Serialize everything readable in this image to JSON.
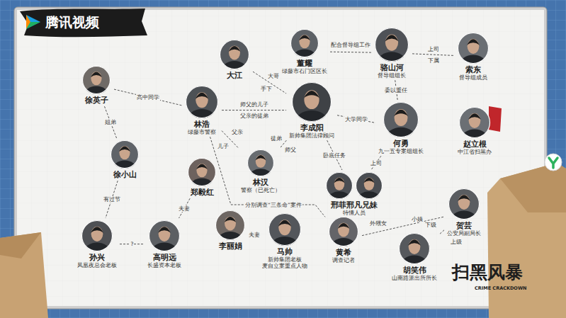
{
  "diagram": {
    "nodes": [
      {
        "text": [
          "董耀",
          "绿藤市石门区区长"
        ]
      },
      {
        "text": [
          "骆山河",
          "督导组组长"
        ]
      },
      {
        "text": [
          "索东",
          "督导组成员"
        ]
      },
      {
        "text": [
          "大江"
        ]
      },
      {
        "text": [
          "徐英子"
        ]
      },
      {
        "text": [
          "林浩",
          "绿藤市警察"
        ]
      },
      {
        "text": [
          "李成阳",
          "新帅集团法律顾问"
        ]
      },
      {
        "text": [
          "何勇",
          "九一五专案组组长"
        ]
      },
      {
        "text": [
          "赵立根",
          "中江省扫黑办"
        ]
      },
      {
        "text": [
          "徐小山"
        ]
      },
      {
        "text": [
          "林汉",
          "警察（已死亡）"
        ]
      },
      {
        "text": [
          "郑毅红"
        ]
      },
      {
        "text": [
          "邢菲邢凡兄妹",
          "特情人员"
        ]
      },
      {
        "text": [
          "贺芸",
          "公安局副局长"
        ]
      },
      {
        "text": [
          "孙兴",
          "凤凰夜总会老板"
        ]
      },
      {
        "text": [
          "高明远",
          "长盛资本老板"
        ]
      },
      {
        "text": [
          "李丽娟"
        ]
      },
      {
        "text": [
          "马帅",
          "新帅集团老板",
          "麦自立案重点人物"
        ]
      },
      {
        "text": [
          "黄希",
          "调查记者"
        ]
      },
      {
        "text": [
          "胡笑伟",
          "山南路派出所所长"
        ]
      }
    ],
    "edges": [
      {
        "from": 0,
        "to": 1,
        "arrow": "none",
        "label": "配合督导组工作"
      },
      {
        "from": 1,
        "to": 2,
        "arrow": "none",
        "label": "上司"
      },
      {
        "from": 1,
        "to": 7,
        "arrow": "none",
        "label": "委以重任"
      },
      {
        "from": 3,
        "to": 6,
        "arrow": "none",
        "label": "大哥"
      },
      {
        "from": 4,
        "to": 5,
        "arrow": "none",
        "label": "高中同学"
      },
      {
        "from": 4,
        "to": 9,
        "arrow": "none",
        "label": "姐弟"
      },
      {
        "from": 5,
        "to": 6,
        "arrow": "none",
        "label": "师父的儿子"
      },
      {
        "from": 5,
        "to": 10,
        "arrow": "none",
        "label": "父亲"
      },
      {
        "from": 6,
        "to": 10,
        "arrow": "none",
        "label": "师父"
      },
      {
        "from": 6,
        "to": 7,
        "arrow": "none",
        "label": "大学同学"
      },
      {
        "from": 6,
        "to": 12,
        "arrow": "none",
        "label": "卧底任务"
      },
      {
        "from": 7,
        "to": 12,
        "arrow": "none",
        "label": "上司"
      },
      {
        "from": 9,
        "to": 14,
        "arrow": "none",
        "label": "有过节"
      },
      {
        "from": 11,
        "to": 15,
        "arrow": "none",
        "label": "夫妻"
      },
      {
        "from": 14,
        "to": 15,
        "arrow": "none",
        "label": "?"
      },
      {
        "from": 16,
        "to": 17,
        "arrow": "none",
        "label": "夫妻"
      },
      {
        "from": 5,
        "to": 18,
        "arrow": "none",
        "label": "分别调查“三条命”案件"
      },
      {
        "from": 18,
        "to": 13,
        "arrow": "none",
        "label": "外甥女"
      },
      {
        "from": 13,
        "to": 19,
        "arrow": "none",
        "label": "上级"
      }
    ],
    "labels": [
      "腾讯视频",
      "下属",
      "手下",
      "父亲的徒弟",
      "儿子",
      "徒弟",
      "小姨",
      "下级",
      "扫黑风暴",
      "CRIME CRACKDOWN"
    ]
  }
}
